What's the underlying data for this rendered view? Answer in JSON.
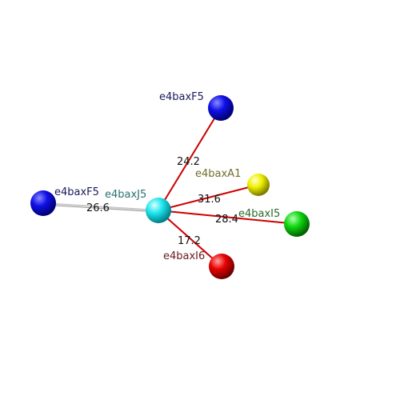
{
  "center": {
    "label": "e4baxJ5",
    "color": "#00e0e8",
    "label_color": "#2a7070"
  },
  "neighbors": [
    {
      "id": "top",
      "label": "e4baxF5",
      "distance": "24.2",
      "node_color": "#0000e0",
      "label_color": "#1a1a5a",
      "bond_color": "#cc0000"
    },
    {
      "id": "yellow",
      "label": "e4baxA1",
      "distance": "31.6",
      "node_color": "#e8e800",
      "label_color": "#6e6e2a",
      "bond_color": "#cc0000"
    },
    {
      "id": "green",
      "label": "e4baxI5",
      "distance": "28.4",
      "node_color": "#00d000",
      "label_color": "#2a6a2a",
      "bond_color": "#cc0000"
    },
    {
      "id": "red",
      "label": "e4baxI6",
      "distance": "17.2",
      "node_color": "#e00000",
      "label_color": "#6a1a1a",
      "bond_color": "#cc0000"
    },
    {
      "id": "left",
      "label": "e4baxF5",
      "distance": "26.6",
      "node_color": "#0000e0",
      "label_color": "#1a1a5a",
      "bond_color": "#c8c8c8"
    }
  ]
}
